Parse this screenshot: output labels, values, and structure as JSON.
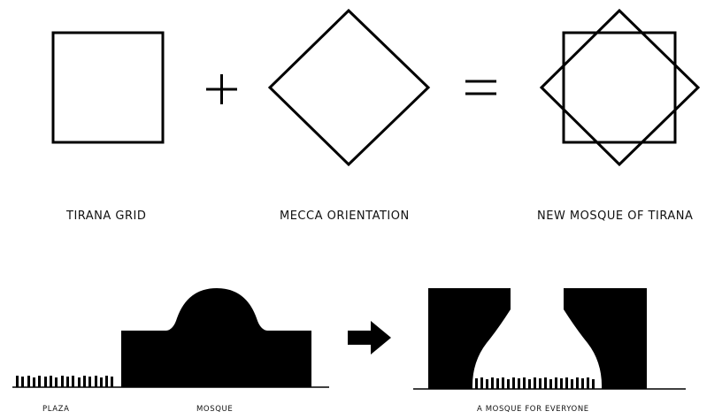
{
  "top_row": {
    "labels": {
      "grid": "TIRANA GRID",
      "orientation": "MECCA ORIENTATION",
      "result": "NEW MOSQUE OF TIRANA"
    },
    "operators": {
      "plus": "+",
      "equals": "="
    }
  },
  "bottom_row": {
    "labels": {
      "plaza": "PLAZA",
      "mosque": "MOSQUE",
      "everyone": "A MOSQUE FOR EVERYONE"
    }
  }
}
